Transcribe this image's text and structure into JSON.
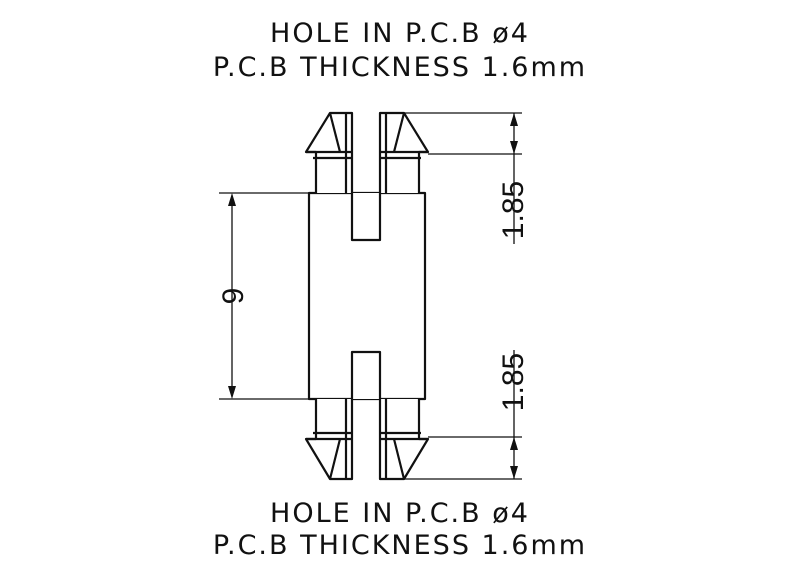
{
  "top_note": {
    "line1": "HOLE IN P.C.B ø4",
    "line2": "P.C.B THICKNESS 1.6mm"
  },
  "bottom_note": {
    "line1": "HOLE IN P.C.B ø4",
    "line2": "P.C.B THICKNESS 1.6mm"
  },
  "dimensions": {
    "body_length": "9",
    "top_clip": "1.85",
    "bottom_clip": "1.85"
  }
}
